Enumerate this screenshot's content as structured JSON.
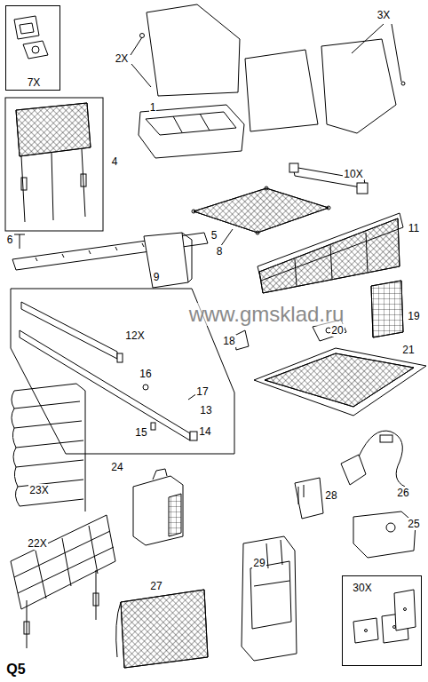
{
  "diagram": {
    "nodes": [
      {
        "text": [
          "7X"
        ]
      },
      {
        "text": [
          "12X",
          "16",
          "17",
          "13",
          "15",
          "14"
        ]
      },
      {
        "text": [
          "30X"
        ]
      }
    ],
    "labels": [
      "3X",
      "2X",
      "1",
      "4",
      "10X",
      "6",
      "5",
      "8",
      "9",
      "11",
      "19",
      "20",
      "18",
      "21",
      "23X",
      "24",
      "26",
      "28",
      "25",
      "22X",
      "29",
      "27",
      "Q5",
      "www.gmsklad.ru"
    ]
  }
}
